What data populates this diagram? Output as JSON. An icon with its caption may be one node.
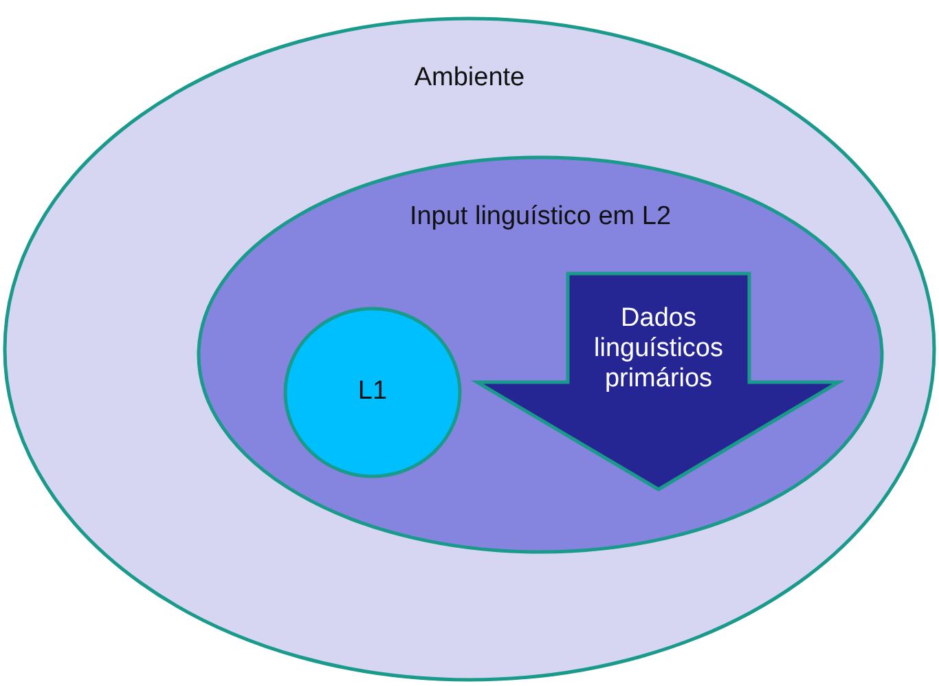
{
  "diagram": {
    "nodes": [
      {
        "text": [
          "Ambiente"
        ]
      },
      {
        "text": [
          "Input linguístico em L2"
        ],
        "in": 0
      },
      {
        "text": [
          "L1"
        ],
        "in": 1
      },
      {
        "text": [
          "Dados linguísticos primários"
        ],
        "in": 1
      }
    ]
  }
}
